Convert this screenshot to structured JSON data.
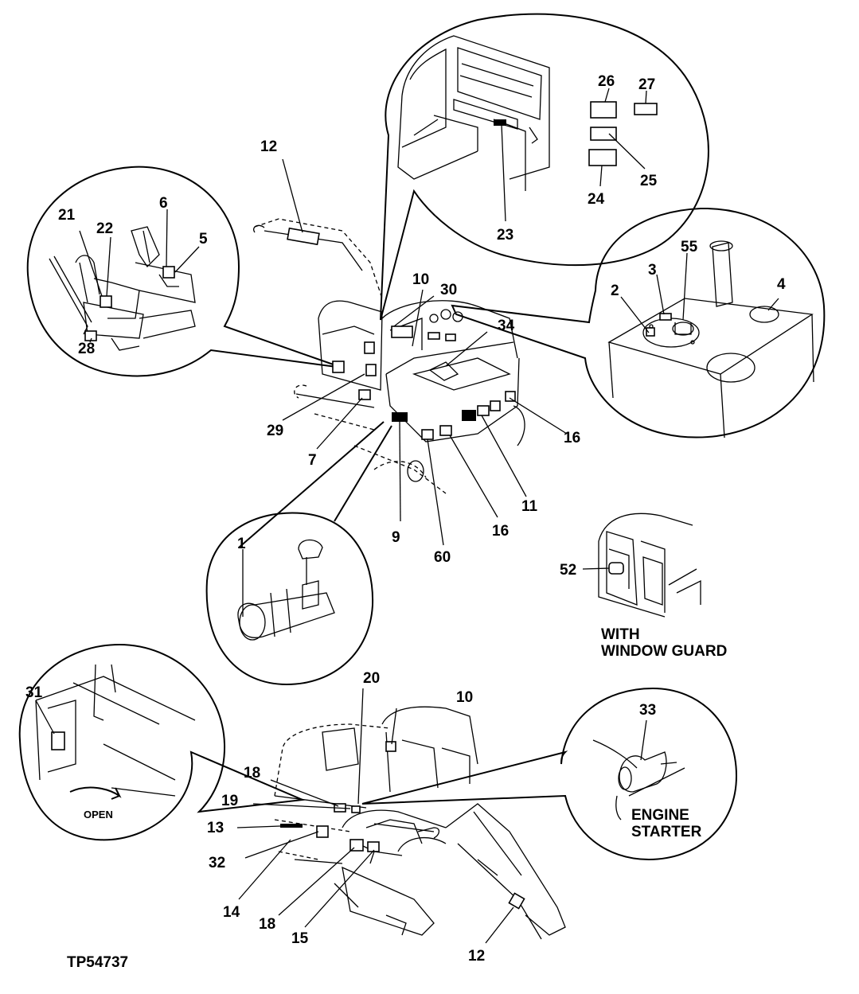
{
  "figure_id": "TP54737",
  "callouts": {
    "c1": "1",
    "c2": "2",
    "c3": "3",
    "c4": "4",
    "c5": "5",
    "c6": "6",
    "c7": "7",
    "c9": "9",
    "c10a": "10",
    "c10b": "10",
    "c11": "11",
    "c12a": "12",
    "c12b": "12",
    "c13": "13",
    "c14": "14",
    "c15": "15",
    "c16a": "16",
    "c16b": "16",
    "c18a": "18",
    "c18b": "18",
    "c19": "19",
    "c20": "20",
    "c21": "21",
    "c22": "22",
    "c23": "23",
    "c24": "24",
    "c25": "25",
    "c26": "26",
    "c27": "27",
    "c28": "28",
    "c29": "29",
    "c30": "30",
    "c31": "31",
    "c32": "32",
    "c33": "33",
    "c34": "34",
    "c52": "52",
    "c55": "55",
    "c60": "60"
  },
  "captions": {
    "window_guard_1": "WITH",
    "window_guard_2": "WINDOW GUARD",
    "engine_starter_1": "ENGINE",
    "engine_starter_2": "STARTER",
    "open": "OPEN"
  }
}
